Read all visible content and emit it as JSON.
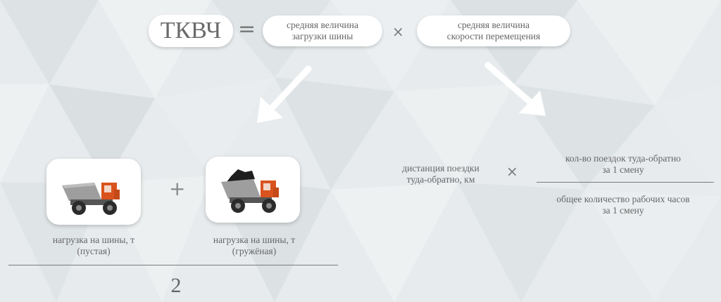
{
  "formula": {
    "lhs": "ТКВЧ",
    "equals": "=",
    "multiply": "×",
    "factor1": "средняя величина\nзагрузки шины",
    "factor2": "средняя величина\nскорости перемещения"
  },
  "left_block": {
    "plus": "+",
    "empty_truck_label": "нагрузка на шины, т\n(пустая)",
    "loaded_truck_label": "нагрузка на шины, т\n(гружёная)",
    "divisor": "2",
    "empty_truck_icon": "empty-dump-truck-icon",
    "loaded_truck_icon": "loaded-dump-truck-icon"
  },
  "right_block": {
    "distance_label": "дистанция поездки\nтуда-обратно, км",
    "multiply": "×",
    "numerator": "кол-во поездок туда-обратно\nза 1 смену",
    "denominator": "общее количество рабочих часов\nза 1 смену"
  },
  "colors": {
    "background": "#e6eaec",
    "text": "#666666",
    "card": "#ffffff",
    "truck_orange": "#d9531e",
    "truck_gray": "#9a9a9a"
  }
}
